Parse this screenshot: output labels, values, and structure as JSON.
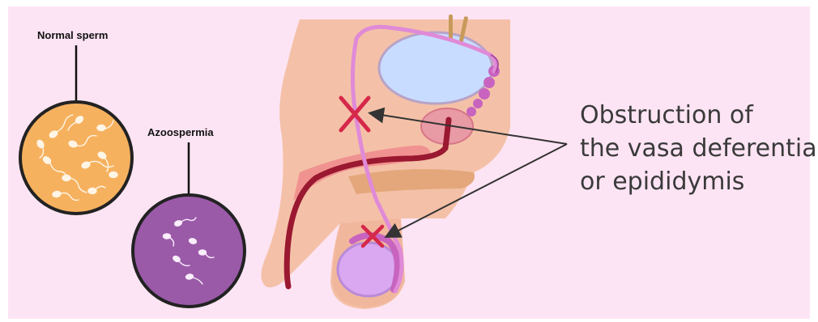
{
  "labels": {
    "normal": "Normal sperm",
    "azoo": "Azoospermia",
    "callout_lines": [
      "Obstruction of",
      "the vasa deferentia",
      "or epididymis"
    ]
  },
  "colors": {
    "background": "#fde4f4",
    "skin": "#f4c1a8",
    "normal_circle": "#f6b15f",
    "azoo_circle": "#9a5aa8",
    "vas_deferens": "#e08ad8",
    "obstruction_mark": "#d6284a",
    "bladder": "#c8dcff",
    "urethra": "#9a1830"
  },
  "icons": [
    "normal-sperm-sample",
    "azoospermia-sample",
    "obstruction-cross-icon"
  ]
}
